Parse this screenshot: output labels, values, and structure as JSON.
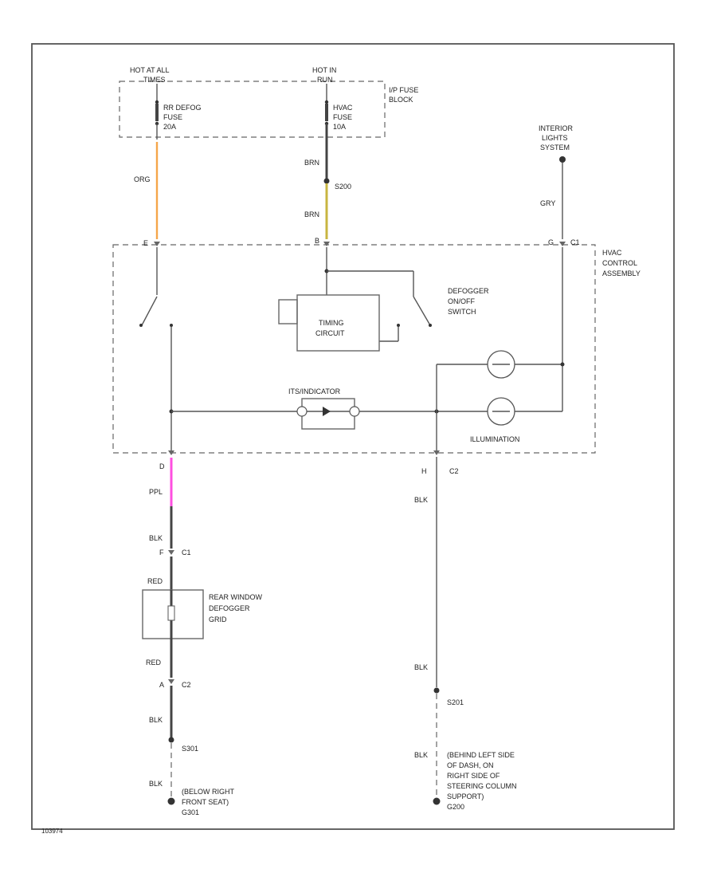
{
  "labels": {
    "hot_all_1": "HOT AT ALL",
    "hot_all_2": "TIMES",
    "hot_run_1": "HOT IN",
    "hot_run_2": "RUN",
    "fuse_block_1": "I/P FUSE",
    "fuse_block_2": "BLOCK",
    "rr_fuse_1": "RR DEFOG",
    "rr_fuse_2": "FUSE",
    "rr_fuse_3": "20A",
    "hvac_fuse_1": "HVAC",
    "hvac_fuse_2": "FUSE",
    "hvac_fuse_3": "10A",
    "wire_org": "ORG",
    "wire_brn_1": "BRN",
    "splice_s200": "S200",
    "wire_brn_2": "BRN",
    "ext_lights_1": "INTERIOR",
    "ext_lights_2": "LIGHTS",
    "ext_lights_3": "SYSTEM",
    "wire_gry": "GRY",
    "pin_e": "E",
    "pin_b": "B",
    "pin_g": "G",
    "conn_c1_top": "C1",
    "hvac_assy_1": "HVAC",
    "hvac_assy_2": "CONTROL",
    "hvac_assy_3": "ASSEMBLY",
    "defog_sw_1": "DEFOGGER",
    "defog_sw_2": "ON/OFF",
    "defog_sw_3": "SWITCH",
    "timing_1": "TIMING",
    "timing_2": "CIRCUIT",
    "indicator": "ITS/INDICATOR",
    "illumination": "ILLUMINATION",
    "pin_d": "D",
    "pin_h": "H",
    "conn_c2_right": "C2",
    "wire_ppl": "PPL",
    "wire_blk_1": "BLK",
    "pin_f": "F",
    "conn_c1_bot": "C1",
    "wire_red_1": "RED",
    "grid_1": "REAR WINDOW",
    "grid_2": "DEFOGGER",
    "grid_3": "GRID",
    "wire_red_2": "RED",
    "pin_a": "A",
    "conn_c2_bot": "C2",
    "wire_blk_2": "BLK",
    "splice_s301": "S301",
    "wire_blk_3": "BLK",
    "ground_g301_1": "(BELOW RIGHT",
    "ground_g301_2": "FRONT SEAT)",
    "ground_g301_3": "G301",
    "wire_blk_r1": "BLK",
    "wire_blk_r2": "BLK",
    "splice_s201": "S201",
    "wire_blk_r3": "BLK",
    "ground_g200_1": "(BEHIND LEFT SIDE",
    "ground_g200_2": "OF DASH, ON",
    "ground_g200_3": "RIGHT SIDE OF",
    "ground_g200_4": "STEERING COLUMN",
    "ground_g200_5": "SUPPORT)",
    "ground_g200_6": "G200",
    "figure_id": "103974"
  },
  "colors": {
    "org_wire": "#f5a64a",
    "brn_wire": "#c8b540",
    "ppl_wire": "#ff4fe0",
    "line": "#555555"
  }
}
